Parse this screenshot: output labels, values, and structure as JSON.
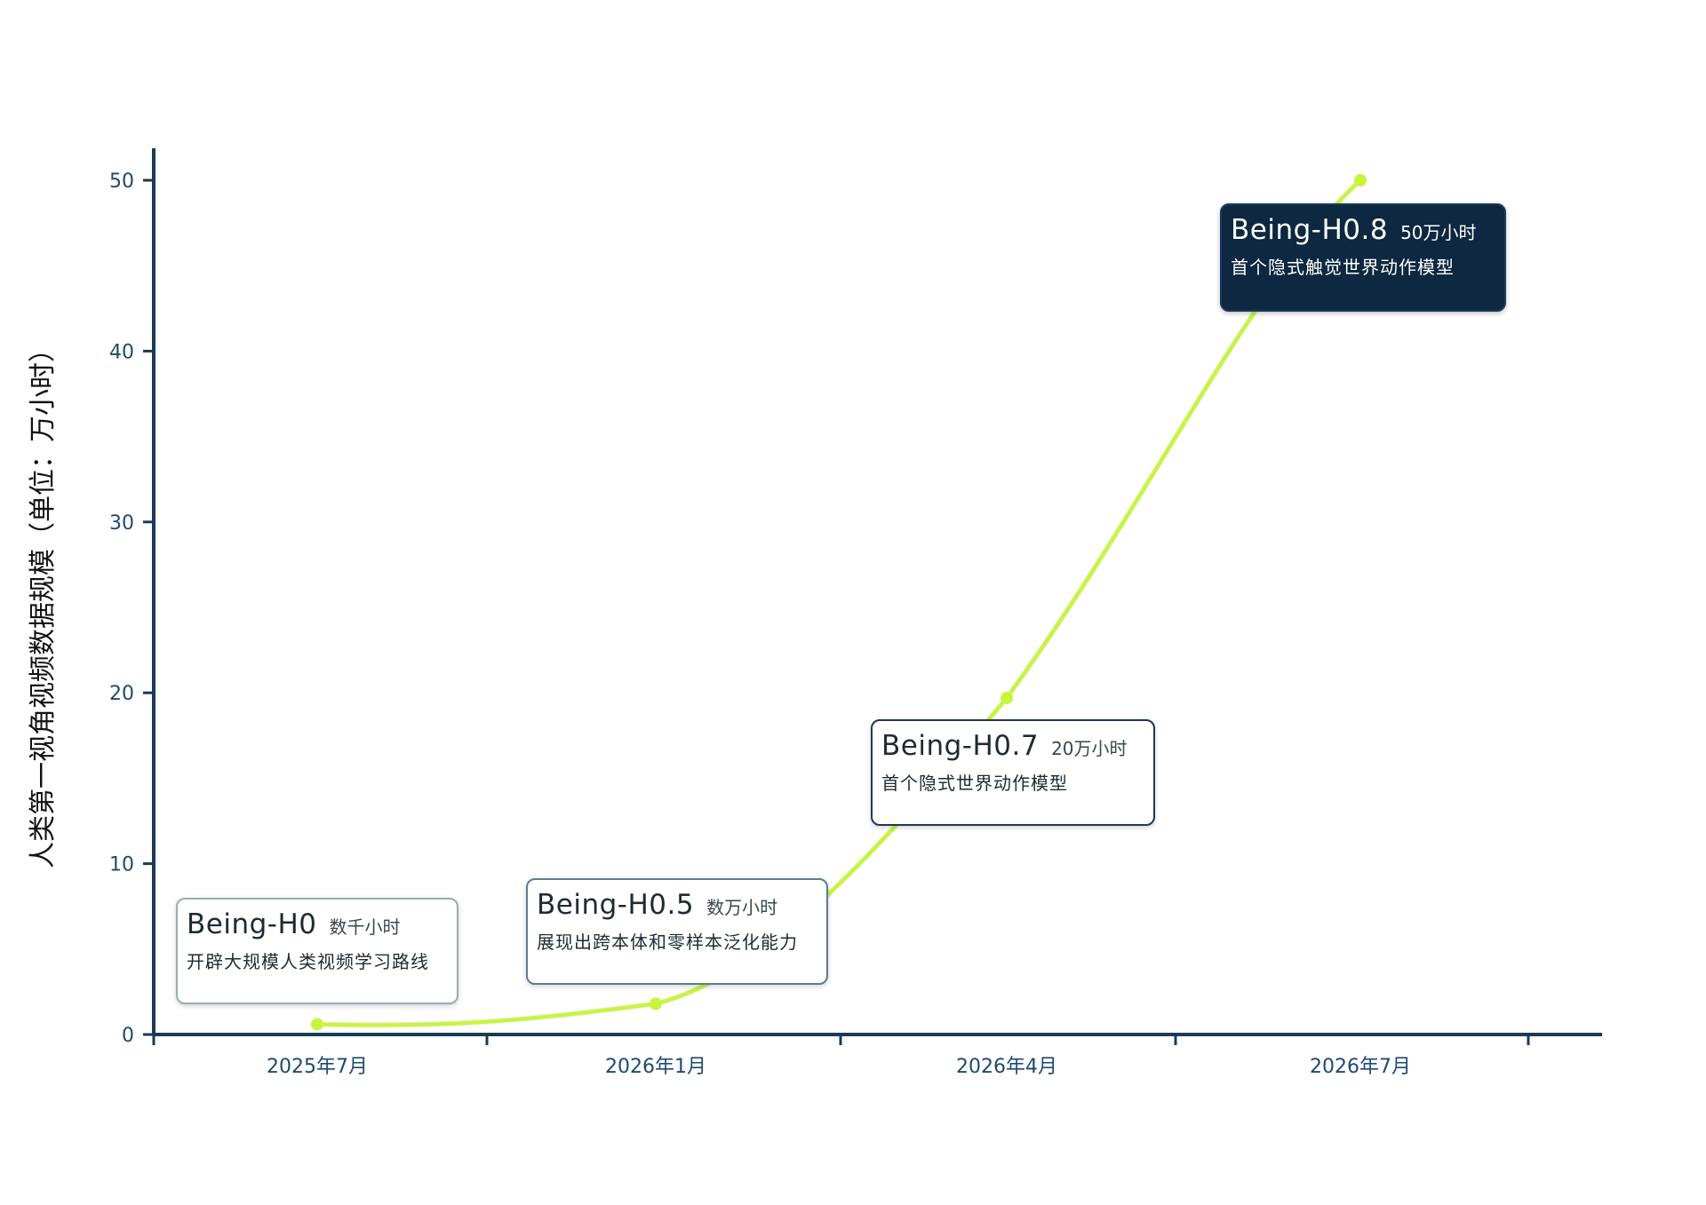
{
  "chart_data": {
    "type": "line",
    "title": "",
    "xlabel": "",
    "ylabel": "人类第一视角视频数据规模（单位：万小时）",
    "ylim": [
      0,
      50
    ],
    "yticks": [
      0,
      10,
      20,
      30,
      40,
      50
    ],
    "x_categories": [
      "2025年7月",
      "2026年1月",
      "2026年4月",
      "2026年7月"
    ],
    "series": [
      {
        "color": "#c8f53c",
        "points": [
          {
            "x": "2025年7月",
            "y": 0.6
          },
          {
            "x": "2026年1月",
            "y": 1.8
          },
          {
            "x": "2026年4月",
            "y": 19.7
          },
          {
            "x": "2026年7月",
            "y": 50
          }
        ]
      }
    ],
    "annotations": [
      {
        "model": "Being-H0",
        "scale": "数千小时",
        "desc": "开辟大规模人类视频学习路线",
        "style": "light"
      },
      {
        "model": "Being-H0.5",
        "scale": "数万小时",
        "desc": "展现出跨本体和零样本泛化能力",
        "style": "light"
      },
      {
        "model": "Being-H0.7",
        "scale": "20万小时",
        "desc": "首个隐式世界动作模型",
        "style": "light"
      },
      {
        "model": "Being-H0.8",
        "scale": "50万小时",
        "desc": "首个隐式触觉世界动作模型",
        "style": "dark"
      }
    ],
    "grid": false,
    "colors": {
      "axis": "#1b3a56",
      "line": "#c8f53c",
      "dark_box": "#0d2840"
    }
  }
}
